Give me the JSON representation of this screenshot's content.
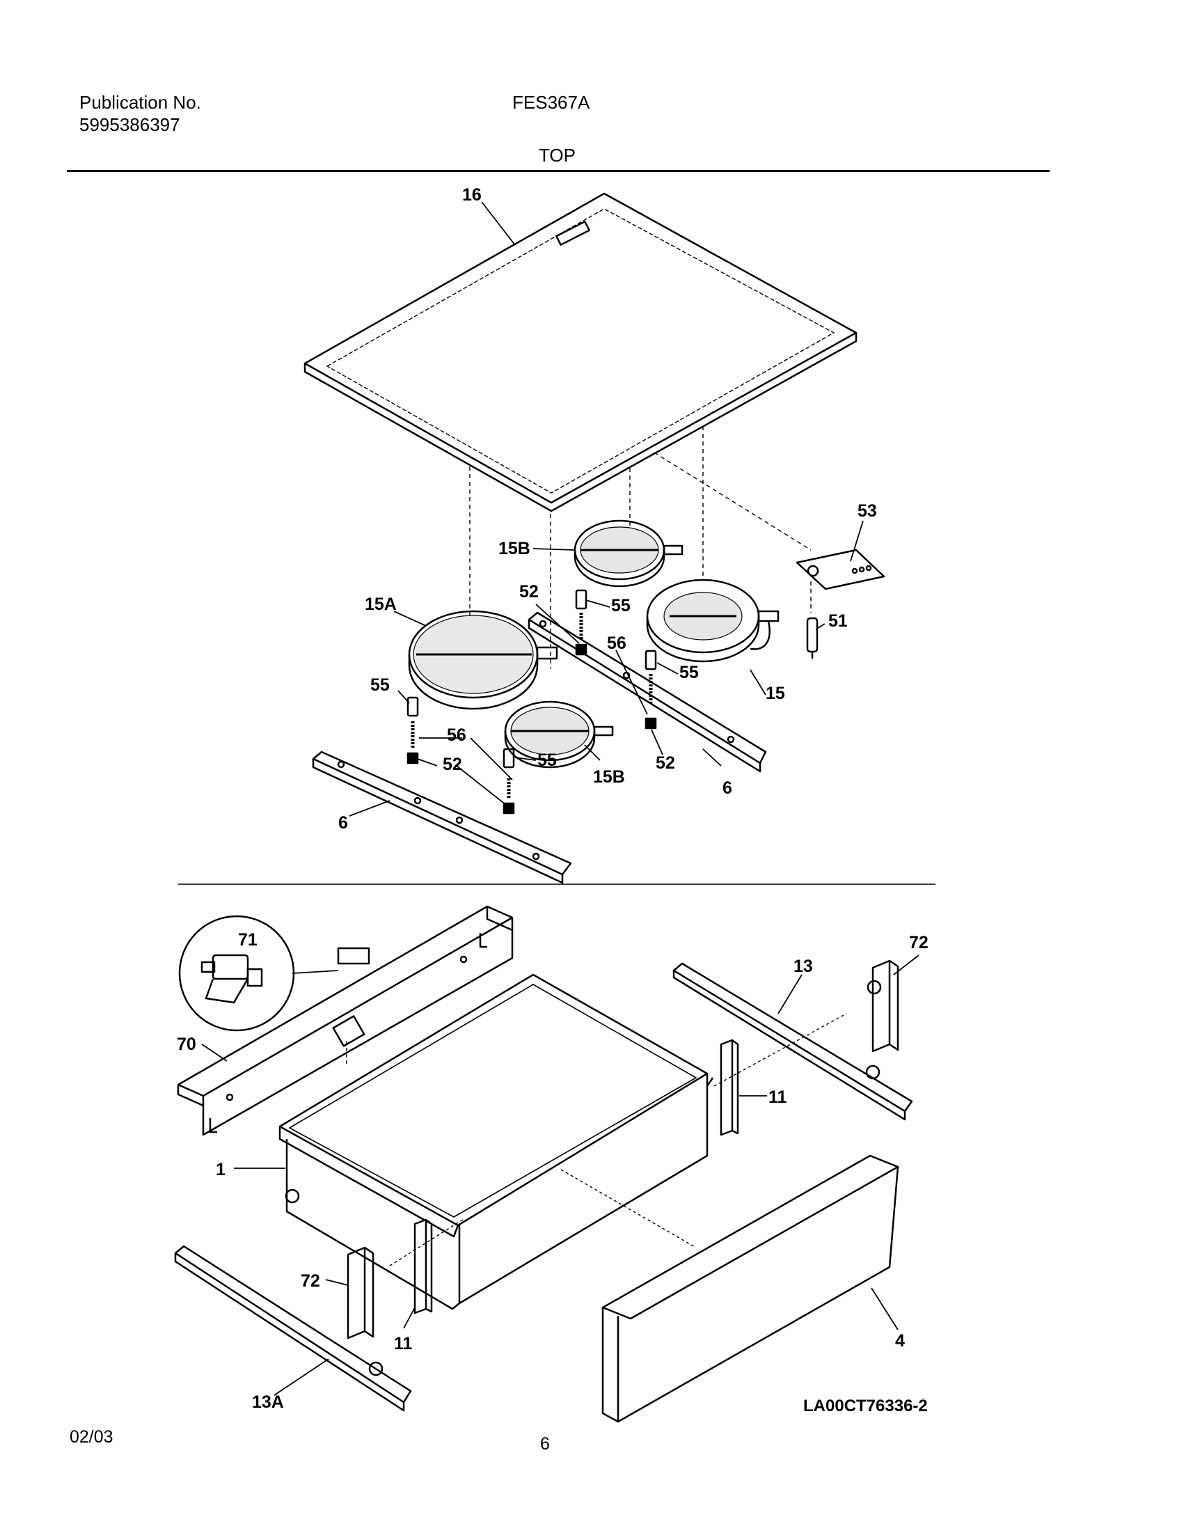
{
  "header": {
    "publication_label": "Publication No.",
    "publication_number": "5995386397",
    "model": "FES367A",
    "section_title": "TOP"
  },
  "callouts": {
    "c16": "16",
    "c15B_top": "15B",
    "c53": "53",
    "c52_top": "52",
    "c55_top": "55",
    "c15A": "15A",
    "c56_mid": "56",
    "c51": "51",
    "c55_mid": "55",
    "c15": "15",
    "c55_left": "55",
    "c56_left": "56",
    "c52_left": "52",
    "c55_bottom": "55",
    "c15B_bottom": "15B",
    "c52_right": "52",
    "c6_right": "6",
    "c6_left": "6",
    "c71": "71",
    "c72_right": "72",
    "c13": "13",
    "c70": "70",
    "c11_right": "11",
    "c1": "1",
    "c72_left": "72",
    "c11_left": "11",
    "c4": "4",
    "c13A": "13A"
  },
  "footer": {
    "date": "02/03",
    "page": "6",
    "diagram_code": "LA00CT76336-2"
  }
}
